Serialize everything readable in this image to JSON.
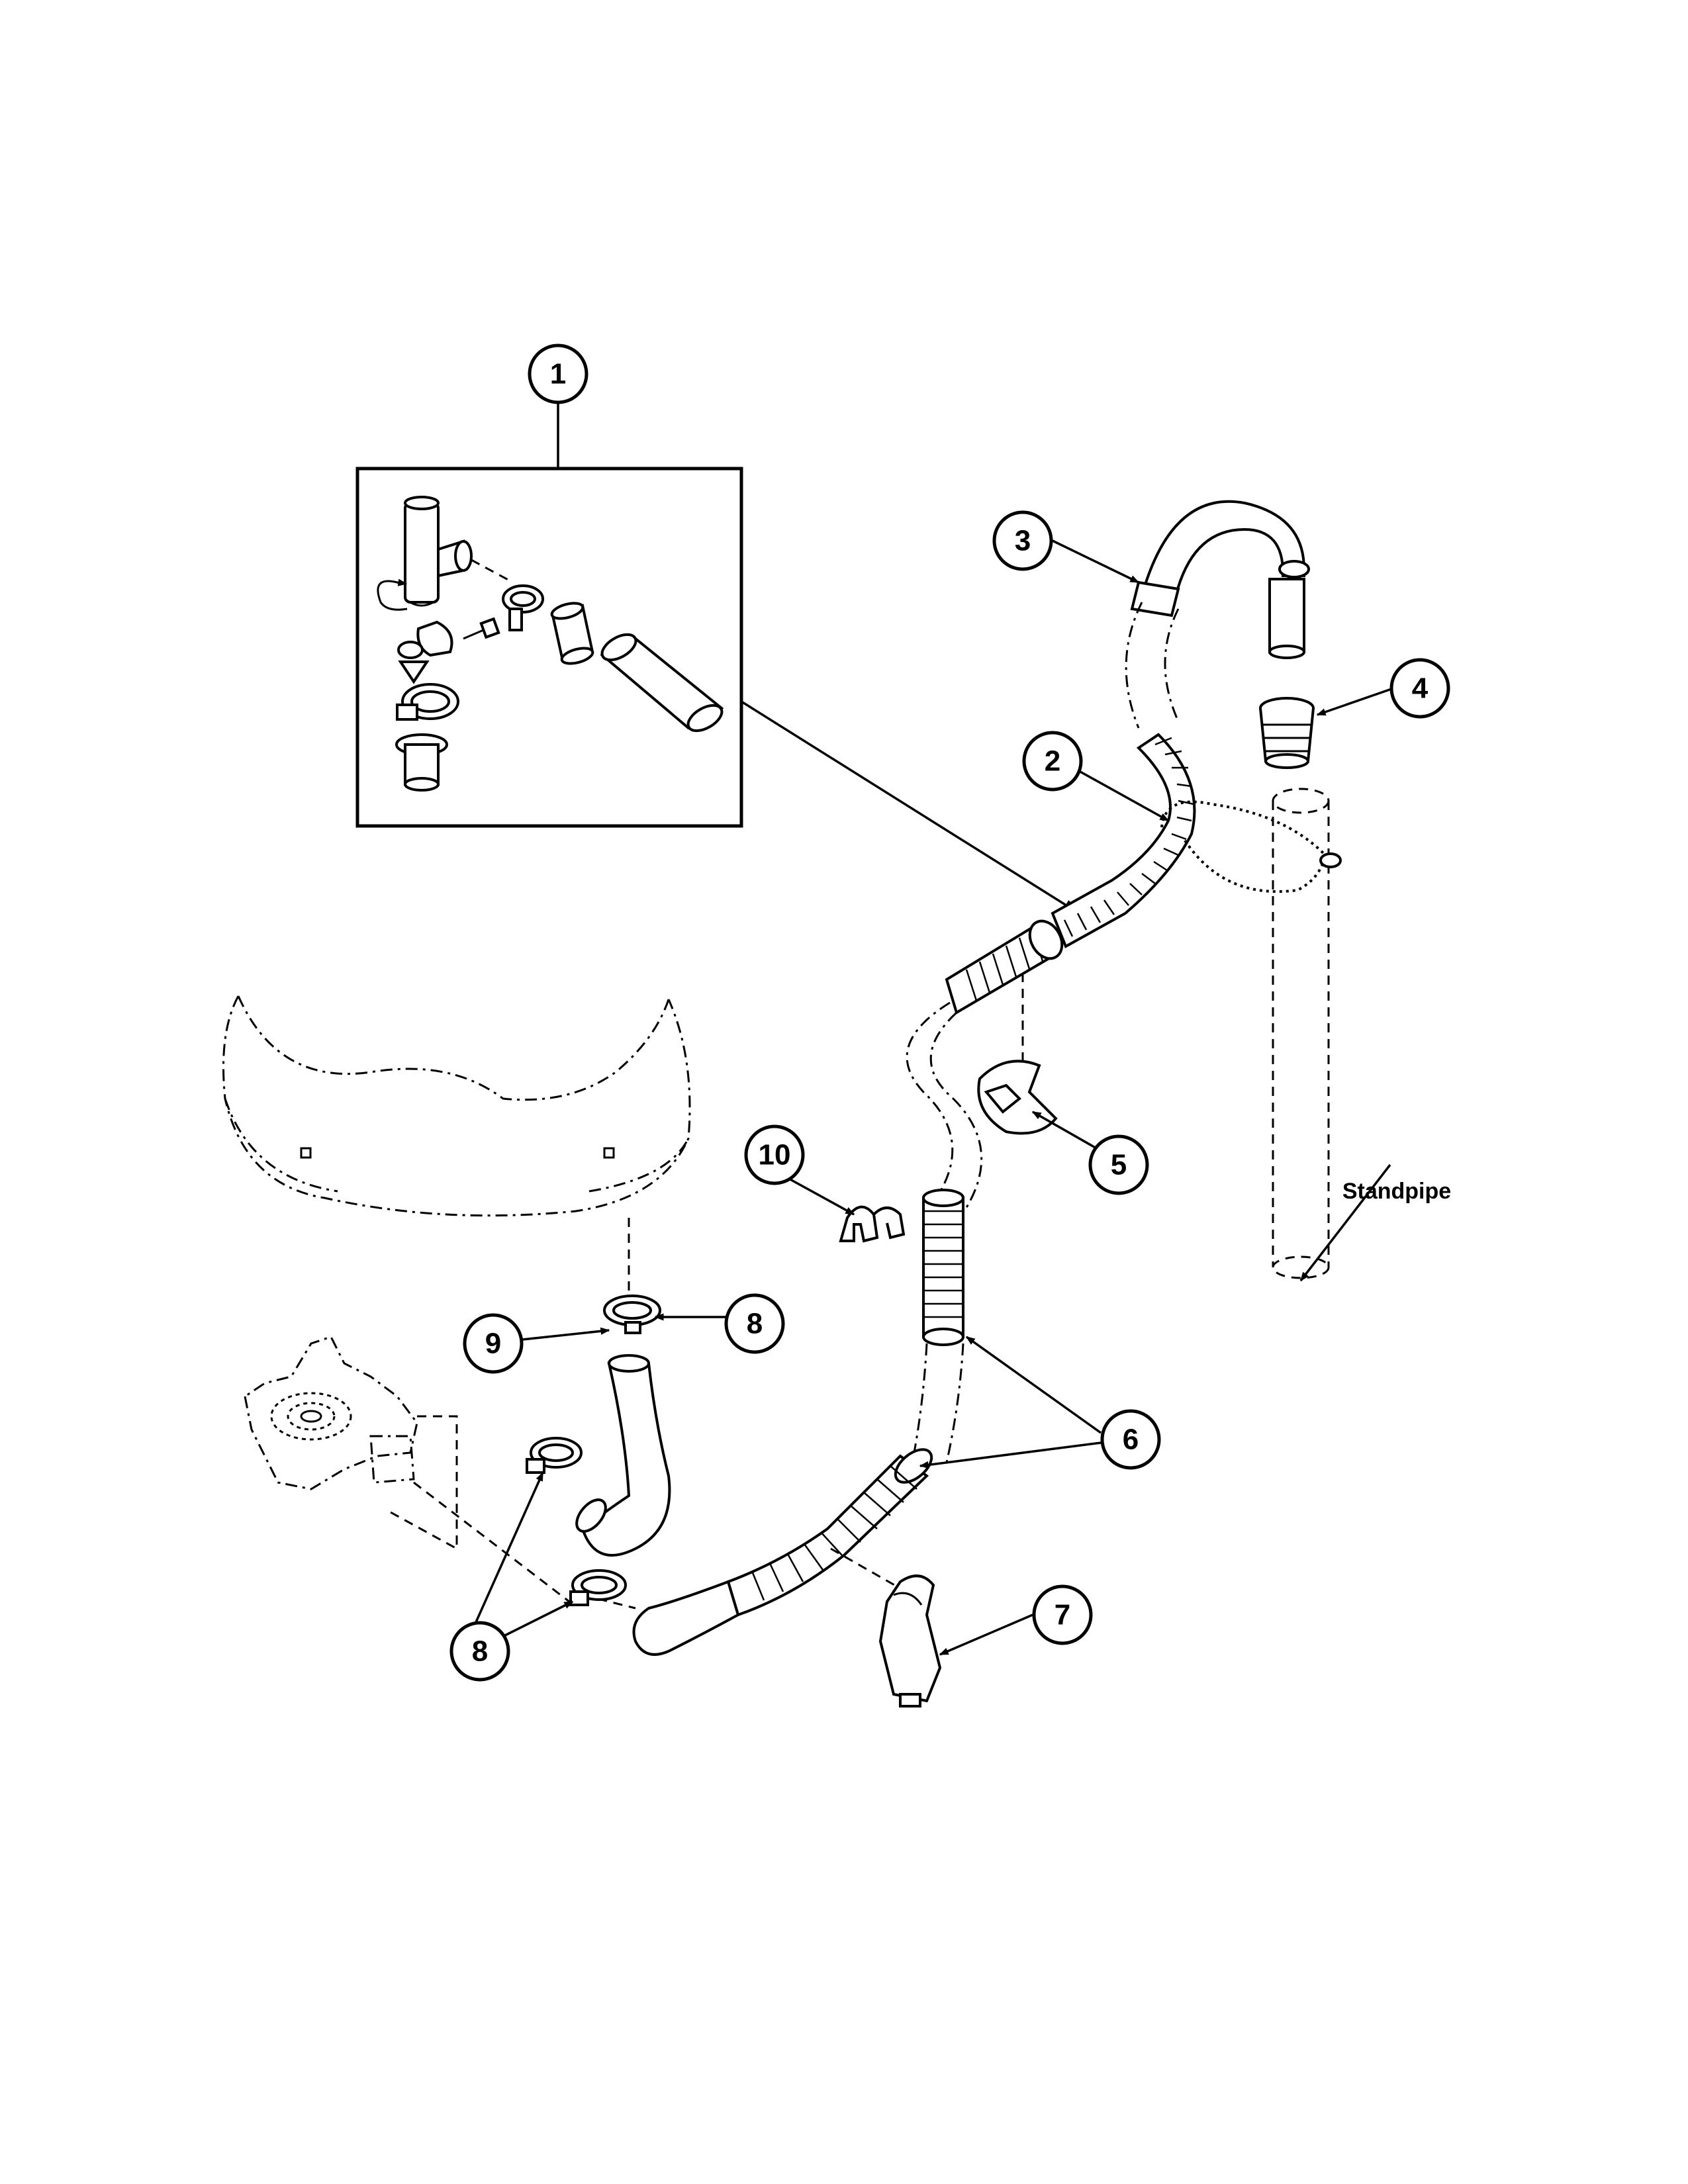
{
  "callouts": {
    "c1": "1",
    "c2": "2",
    "c3": "3",
    "c4": "4",
    "c5": "5",
    "c6": "6",
    "c7": "7",
    "c8a": "8",
    "c8b": "8",
    "c9": "9",
    "c10": "10"
  },
  "labels": {
    "standpipe": "Standpipe"
  }
}
